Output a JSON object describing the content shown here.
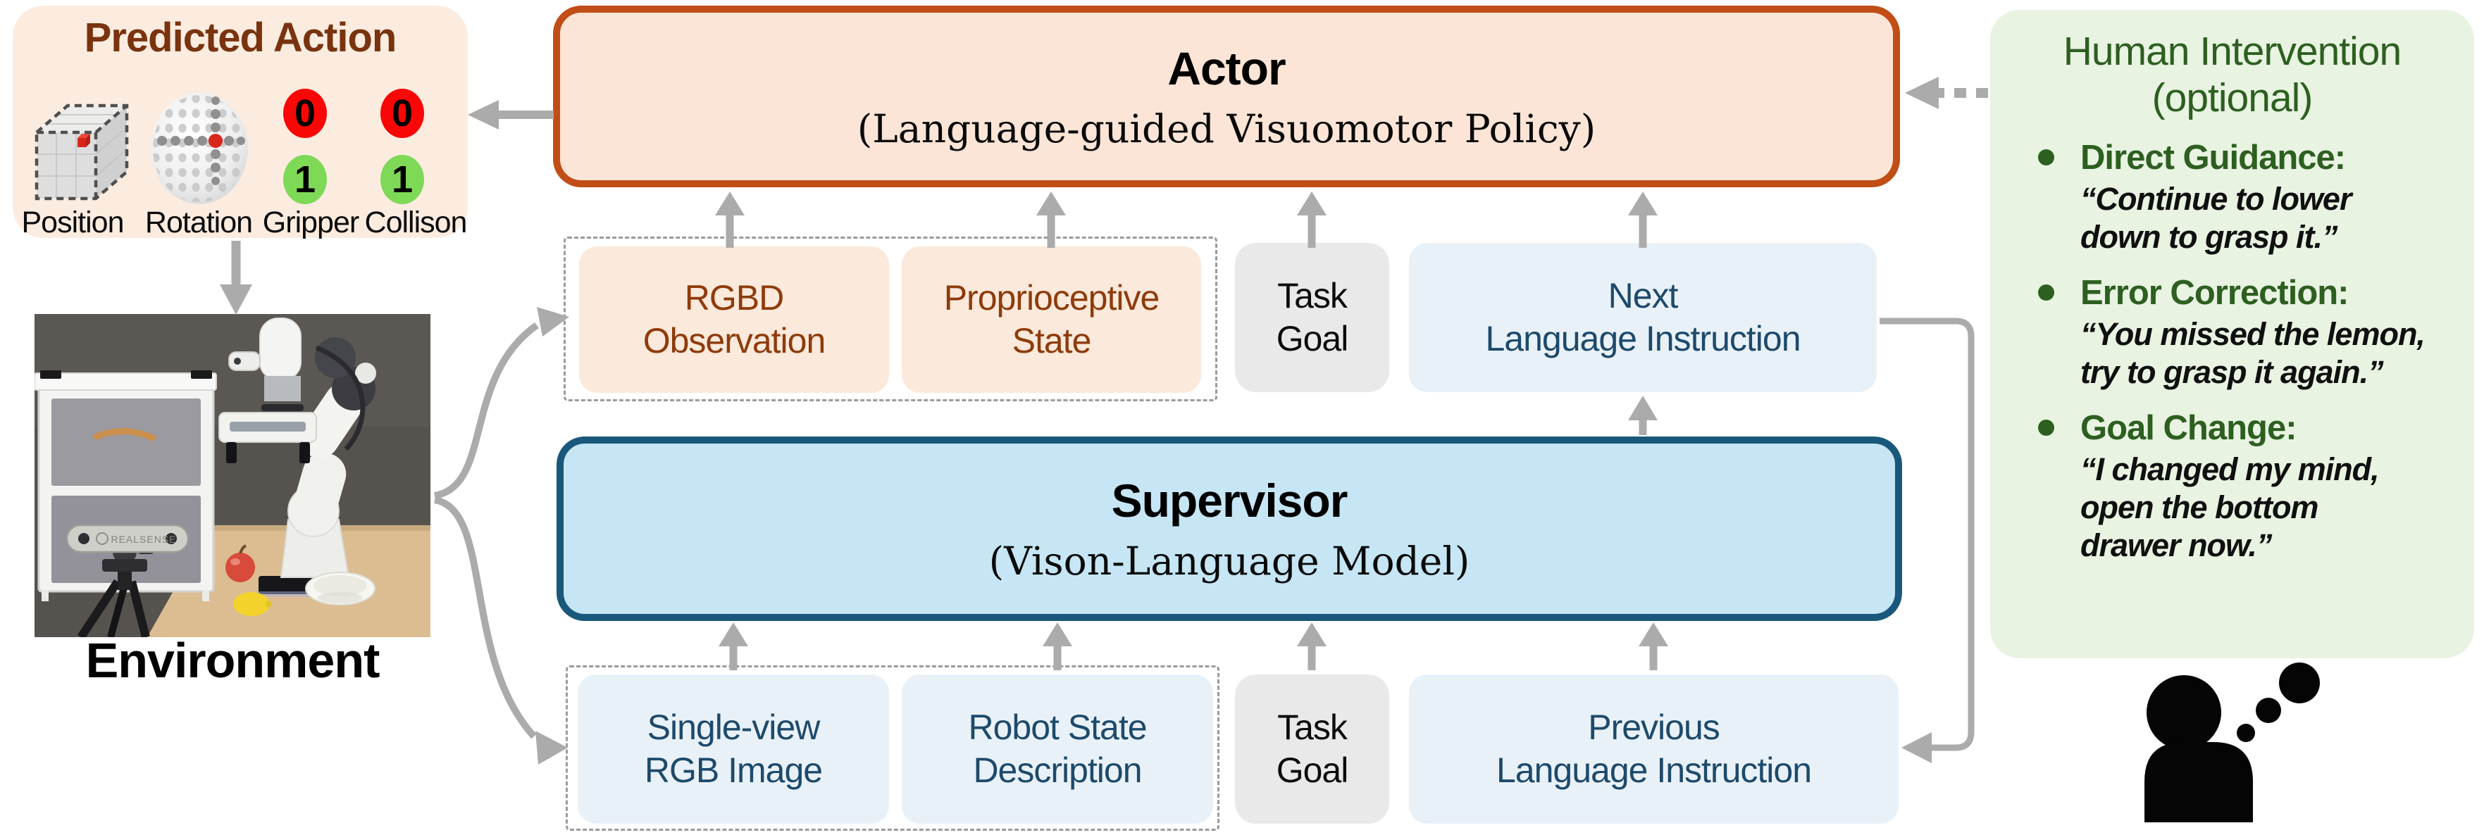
{
  "predicted_action": {
    "title": "Predicted Action",
    "position_label": "Position",
    "rotation_label": "Rotation",
    "gripper_label": "Gripper",
    "collison_label": "Collison",
    "gripper_values": [
      "0",
      "1"
    ],
    "collison_values": [
      "0",
      "1"
    ],
    "icons": {
      "position": "voxel-grid-cube-icon",
      "rotation": "dot-sphere-icon"
    }
  },
  "actor": {
    "title": "Actor",
    "subtitle": "(Language-guided Visuomotor Policy)"
  },
  "actor_inputs": {
    "rgbd": {
      "line1": "RGBD",
      "line2": "Observation"
    },
    "proprioceptive": {
      "line1": "Proprioceptive",
      "line2": "State"
    },
    "task_goal": {
      "line1": "Task",
      "line2": "Goal"
    },
    "next_instruction": {
      "line1": "Next",
      "line2": "Language Instruction"
    }
  },
  "supervisor": {
    "title": "Supervisor",
    "subtitle": "(Vison-Language Model)"
  },
  "supervisor_inputs": {
    "rgb_image": {
      "line1": "Single-view",
      "line2": "RGB Image"
    },
    "robot_state": {
      "line1": "Robot State",
      "line2": "Description"
    },
    "task_goal": {
      "line1": "Task",
      "line2": "Goal"
    },
    "previous_instruction": {
      "line1": "Previous",
      "line2": "Language Instruction"
    }
  },
  "human_intervention": {
    "title": "Human Intervention",
    "subtitle": "(optional)",
    "bullets": [
      {
        "heading": "Direct Guidance:",
        "quote": "“Continue to lower down to grasp it.”"
      },
      {
        "heading": "Error Correction:",
        "quote": "“You missed the lemon, try to grasp it again.”"
      },
      {
        "heading": "Goal Change:",
        "quote": "“I changed my mind, open the bottom drawer now.”"
      }
    ]
  },
  "environment": {
    "label": "Environment",
    "camera_text": "REALSENSE"
  },
  "colors": {
    "actor_fill": "#fce5d6",
    "actor_border": "#c04e16",
    "supervisor_fill": "#c6e6f5",
    "supervisor_border": "#19587a",
    "peach_box_fill": "#fbe9db",
    "blue_box_fill": "#e9f1f8",
    "gray_box_fill": "#e9e9e9",
    "predicted_panel_fill": "#fcece0",
    "human_panel_fill": "#e8f3e2",
    "brown_text": "#8e3b0b",
    "blue_text": "#1d4a6b",
    "green_text": "#2d5f20",
    "red_badge": "#f90606",
    "green_badge": "#7ed957",
    "arrow_gray": "#ababab"
  }
}
